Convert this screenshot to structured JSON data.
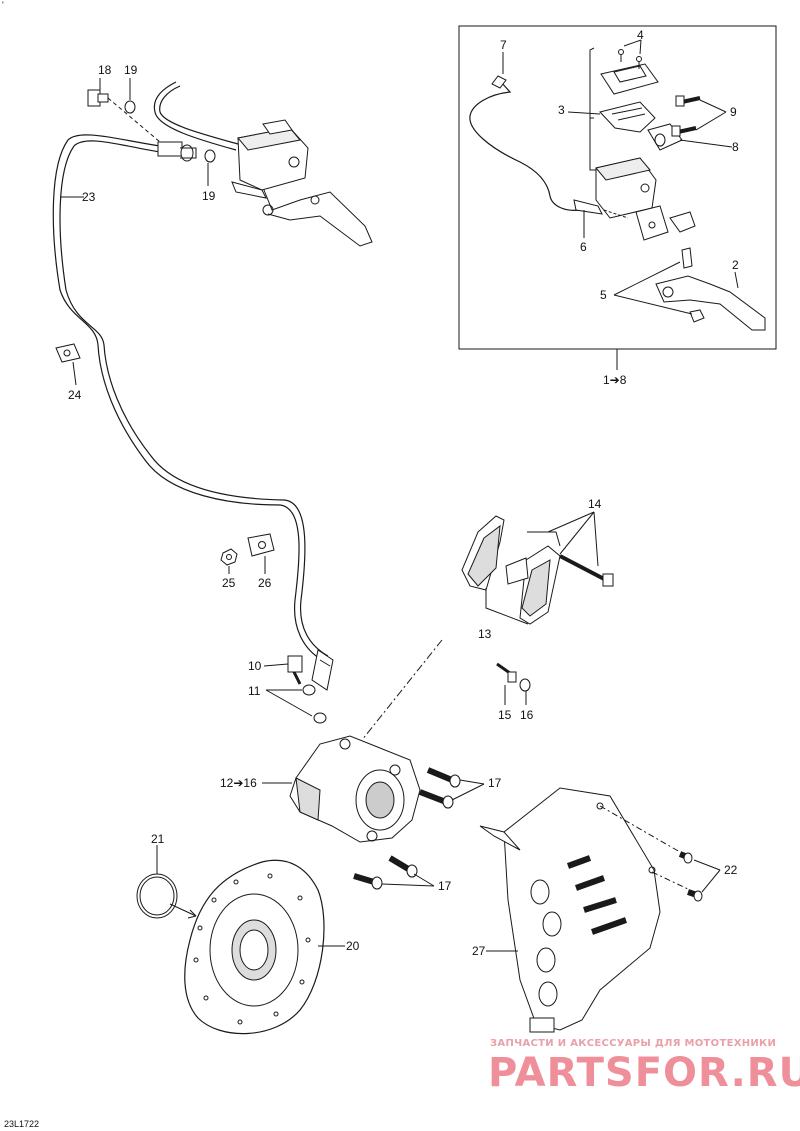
{
  "corner_mark": "'",
  "diagram_code": "23L1722",
  "callouts": {
    "c1_8": "1➔8",
    "c2": "2",
    "c3": "3",
    "c4": "4",
    "c5": "5",
    "c6": "6",
    "c7": "7",
    "c8": "8",
    "c9": "9",
    "c10": "10",
    "c11": "11",
    "c12_16": "12➔16",
    "c13": "13",
    "c14": "14",
    "c15": "15",
    "c16a": "16",
    "c17a": "17",
    "c17b": "17",
    "c18": "18",
    "c19a": "19",
    "c19b": "19",
    "c20": "20",
    "c21": "21",
    "c22": "22",
    "c23": "23",
    "c24": "24",
    "c25": "25",
    "c26": "26",
    "c27": "27"
  },
  "watermark": {
    "tagline": "ЗАПЧАСТИ И АКСЕССУАРЫ ДЛЯ МОТОТЕХНИКИ",
    "brand": "PARTSFOR.RU"
  }
}
